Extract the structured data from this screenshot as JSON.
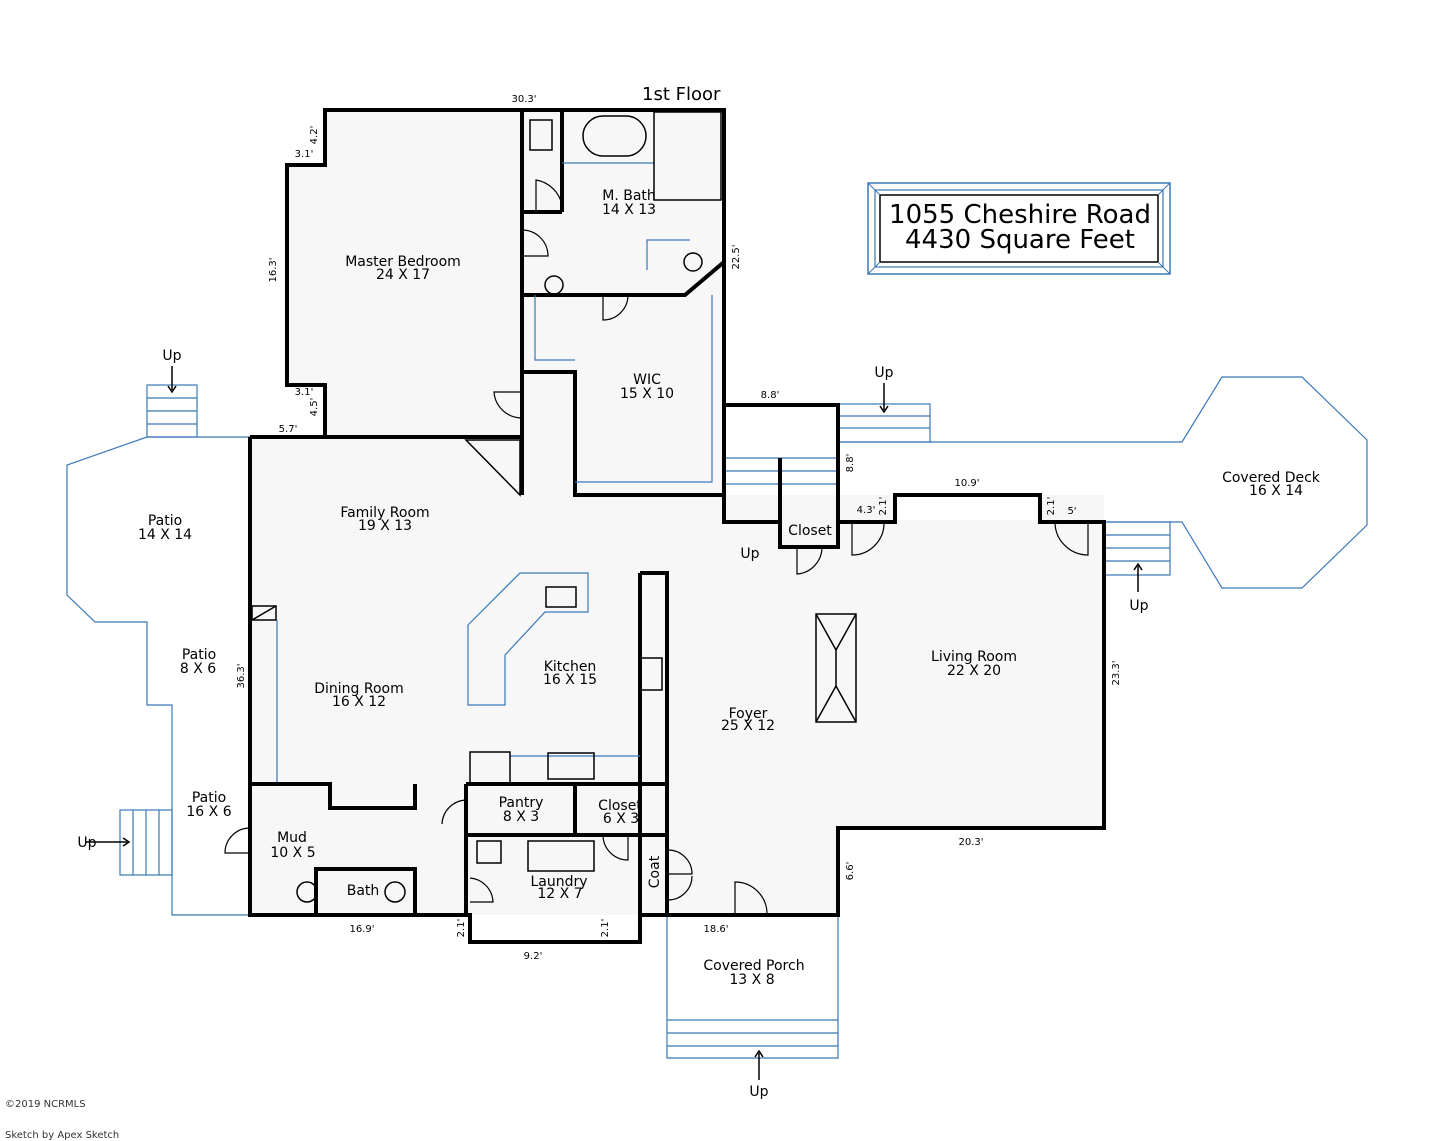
{
  "floor_title": "1st Floor",
  "address_box": {
    "line1": "1055 Cheshire Road",
    "line2": "4430 Square Feet"
  },
  "rooms": [
    {
      "id": "master-bedroom",
      "name": "Master Bedroom",
      "size": "24 X 17"
    },
    {
      "id": "master-bath",
      "name": "M. Bath",
      "size": "14 X 13"
    },
    {
      "id": "wic",
      "name": "WIC",
      "size": "15 X 10"
    },
    {
      "id": "family-room",
      "name": "Family Room",
      "size": "19 X 13"
    },
    {
      "id": "kitchen",
      "name": "Kitchen",
      "size": "16 X 15"
    },
    {
      "id": "dining-room",
      "name": "Dining Room",
      "size": "16 X 12"
    },
    {
      "id": "foyer",
      "name": "Foyer",
      "size": "25 X 12"
    },
    {
      "id": "living-room",
      "name": "Living Room",
      "size": "22 X 20"
    },
    {
      "id": "covered-deck",
      "name": "Covered Deck",
      "size": "16 X 14"
    },
    {
      "id": "patio-1",
      "name": "Patio",
      "size": "14 X 14"
    },
    {
      "id": "patio-2",
      "name": "Patio",
      "size": "8 X 6"
    },
    {
      "id": "patio-3",
      "name": "Patio",
      "size": "16 X 6"
    },
    {
      "id": "mud",
      "name": "Mud",
      "size": "10 X 5"
    },
    {
      "id": "bath",
      "name": "Bath",
      "size": ""
    },
    {
      "id": "pantry",
      "name": "Pantry",
      "size": "8 X 3"
    },
    {
      "id": "closet-1",
      "name": "Closet",
      "size": "6 X 3"
    },
    {
      "id": "closet-2",
      "name": "Closet",
      "size": ""
    },
    {
      "id": "laundry",
      "name": "Laundry",
      "size": "12 X 7"
    },
    {
      "id": "coat",
      "name": "Coat",
      "size": ""
    },
    {
      "id": "covered-porch",
      "name": "Covered Porch",
      "size": "13 X 8"
    }
  ],
  "dimensions": [
    "30.3'",
    "4.2'",
    "3.1'",
    "16.3'",
    "3.1'",
    "4.5'",
    "5.7'",
    "22.5'",
    "8.8'",
    "8.8'",
    "10.9'",
    "4.3'",
    "2.1'",
    "2.1'",
    "5'",
    "36.3'",
    "23.3'",
    "20.3'",
    "6.6'",
    "16.9'",
    "2.1'",
    "9.2'",
    "2.1'",
    "18.6'"
  ],
  "stair_labels": [
    "Up",
    "Up",
    "Up",
    "Up",
    "Up",
    "Up"
  ],
  "credits": {
    "copyright": "©2019 NCRMLS",
    "sketch": "Sketch by Apex Sketch"
  }
}
